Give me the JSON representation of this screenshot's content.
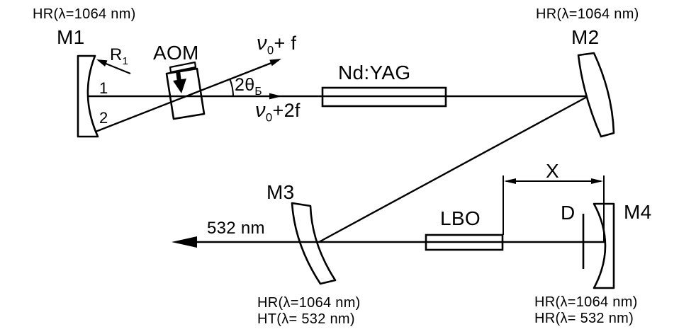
{
  "style": {
    "background": "#ffffff",
    "line_color": "#000000"
  },
  "labels": {
    "m1": {
      "coating": "HR(λ=1064 nm)",
      "name": "M1",
      "radius": {
        "base": "R",
        "sub": "1"
      }
    },
    "m2": {
      "coating": "HR(λ=1064 nm)",
      "name": "M2"
    },
    "m3": {
      "name": "M3",
      "coating1": "HR(λ=1064 nm)",
      "coating2": "HT(λ= 532 nm)"
    },
    "m4": {
      "name": "M4",
      "coating1": "HR(λ=1064 nm)",
      "coating2": "HR(λ= 532 nm)"
    },
    "aom": "AOM",
    "gain_medium": "Nd:YAG",
    "crystal": "LBO",
    "beam1": "1",
    "beam2": "2",
    "diffracted_beam": {
      "base": "ν",
      "sub": "0",
      "rest": "+ f"
    },
    "round_trip_beam": {
      "base": "ν",
      "sub": "0",
      "rest": "+2f"
    },
    "bragg_angle": {
      "base": "2θ",
      "sub": "Б"
    },
    "output_wavelength": "532 nm",
    "distance": "X",
    "aperture": "D"
  }
}
